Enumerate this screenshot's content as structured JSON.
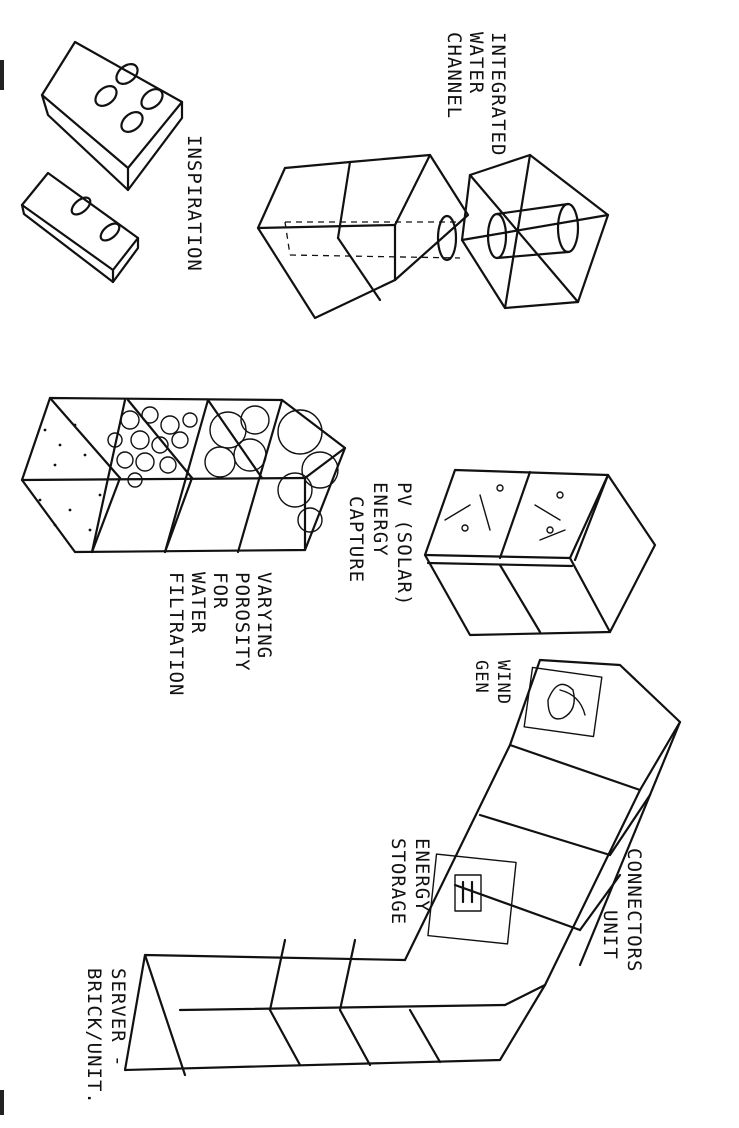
{
  "labels": {
    "inspiration": "INSPIRATION",
    "water_channel_1": "INTEGRATED",
    "water_channel_2": "WATER",
    "water_channel_3": "CHANNEL",
    "porosity_1": "VARYING",
    "porosity_2": "POROSITY",
    "porosity_3": "FOR",
    "porosity_4": "WATER",
    "porosity_5": "FILTRATION",
    "pv_1": "PV (SOLAR)",
    "pv_2": "ENERGY",
    "pv_3": "CAPTURE",
    "wind_1": "WIND",
    "wind_2": "GEN",
    "storage_1": "ENERGY",
    "storage_2": "STORAGE",
    "connectors_1": "CONNECTORS",
    "connectors_2": "UNIT",
    "server_1": "SERVER -",
    "server_2": "BRICK/UNIT."
  }
}
